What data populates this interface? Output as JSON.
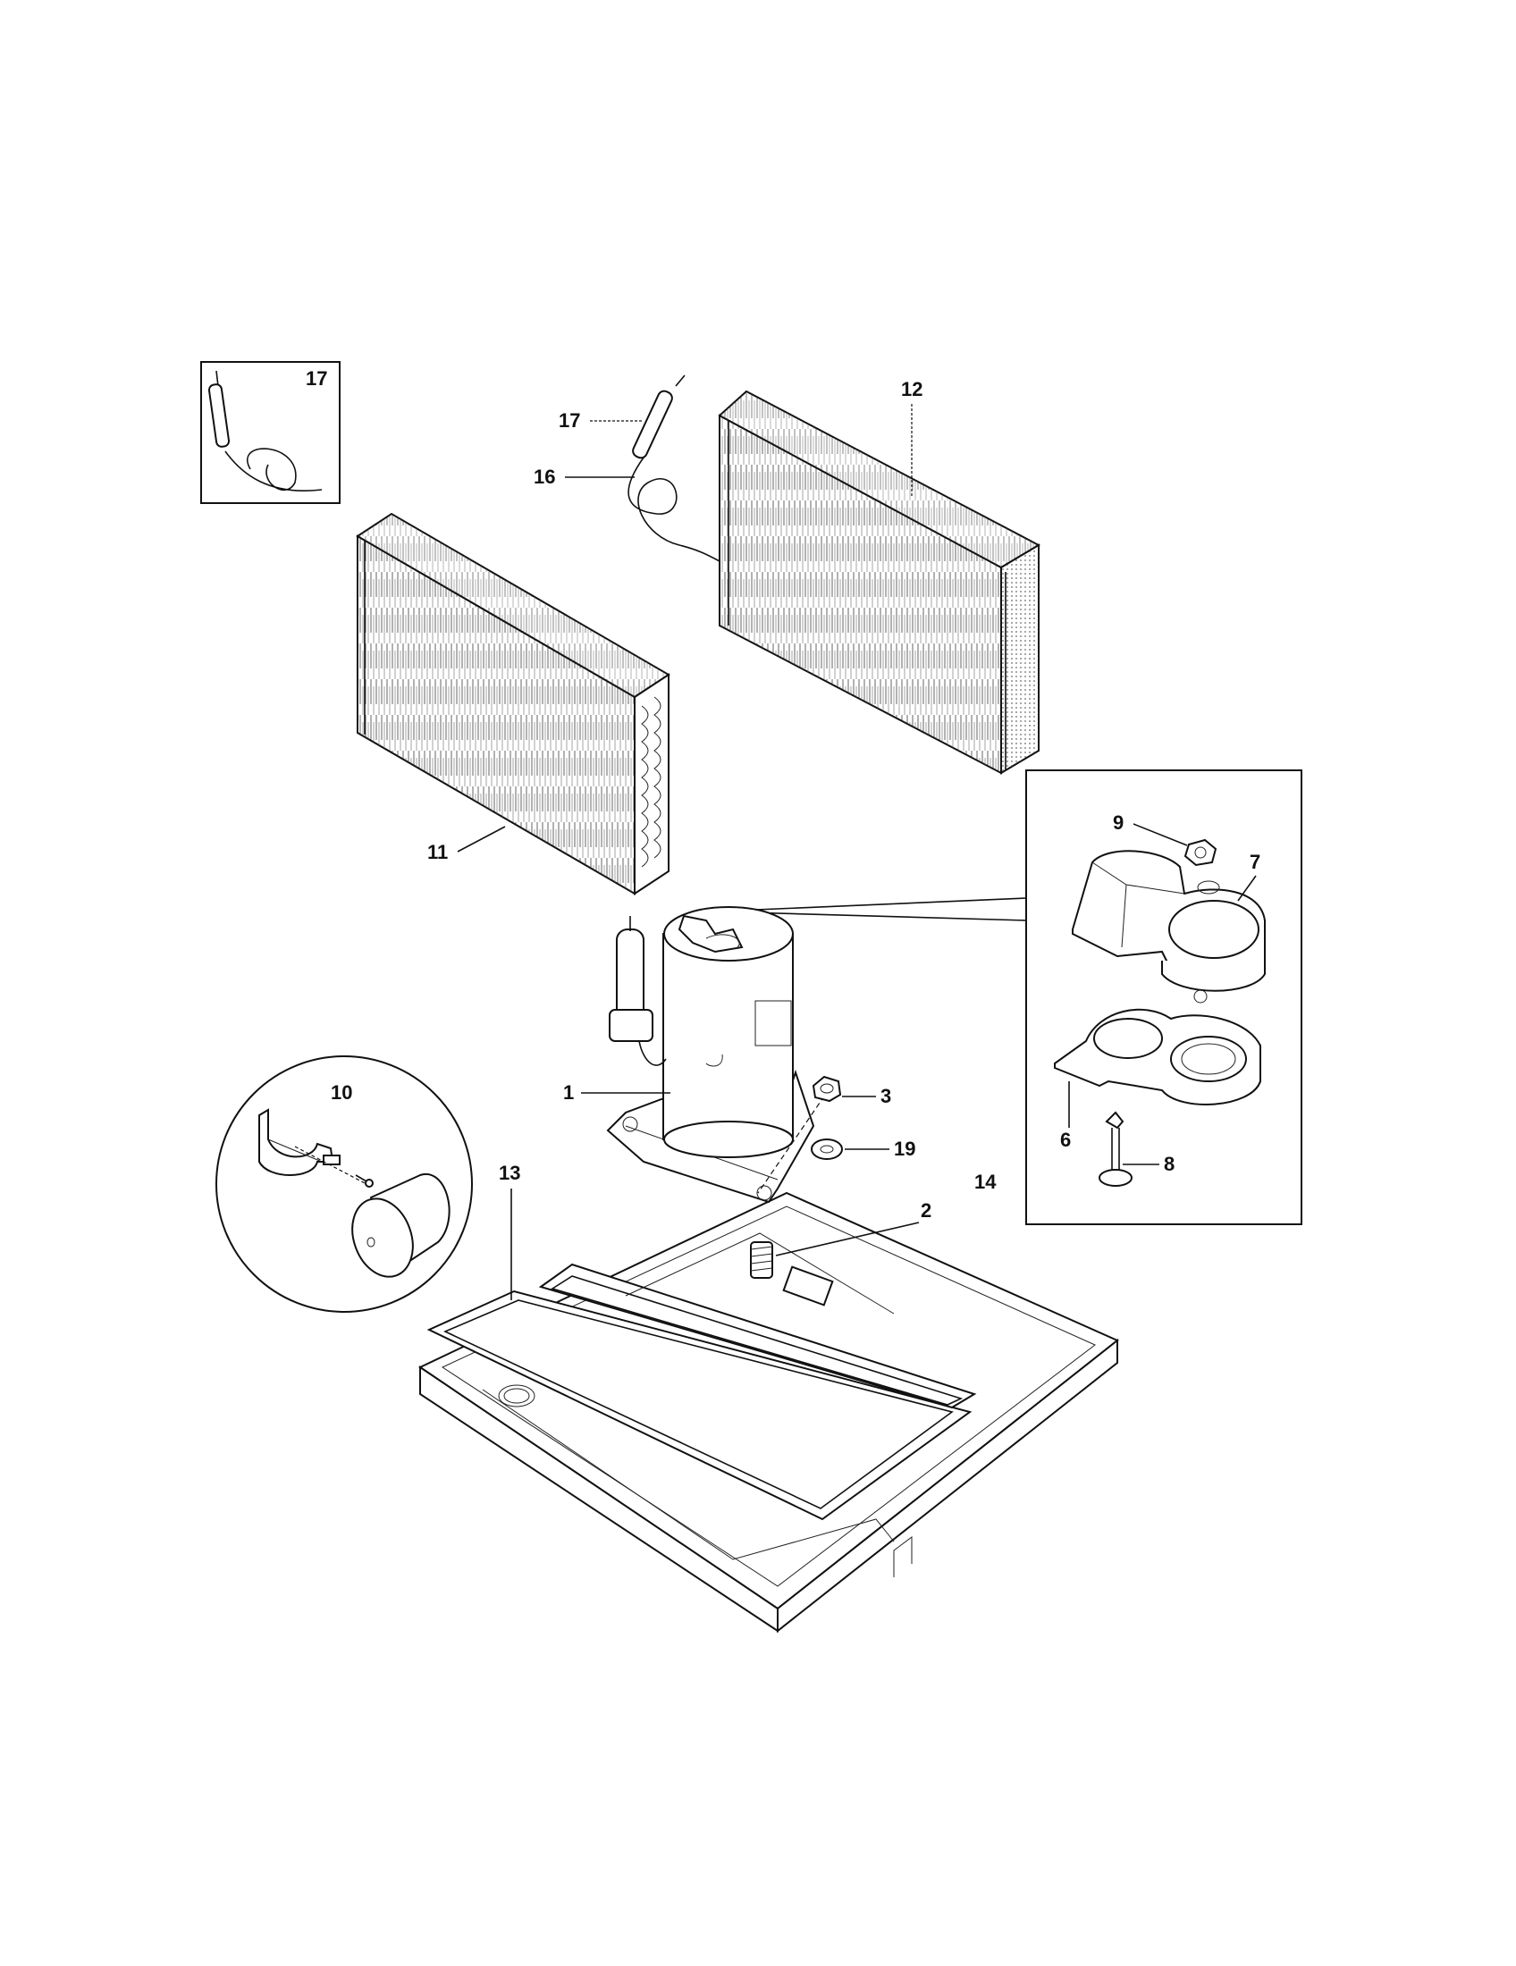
{
  "callouts": {
    "c1": "1",
    "c2": "2",
    "c3": "3",
    "c6": "6",
    "c7": "7",
    "c8": "8",
    "c9": "9",
    "c10": "10",
    "c11": "11",
    "c12": "12",
    "c13": "13",
    "c14": "14",
    "c16": "16",
    "c17_inset": "17",
    "c17_main": "17",
    "c19": "19"
  },
  "colors": {
    "ink": "#111111",
    "paper": "#ffffff"
  }
}
